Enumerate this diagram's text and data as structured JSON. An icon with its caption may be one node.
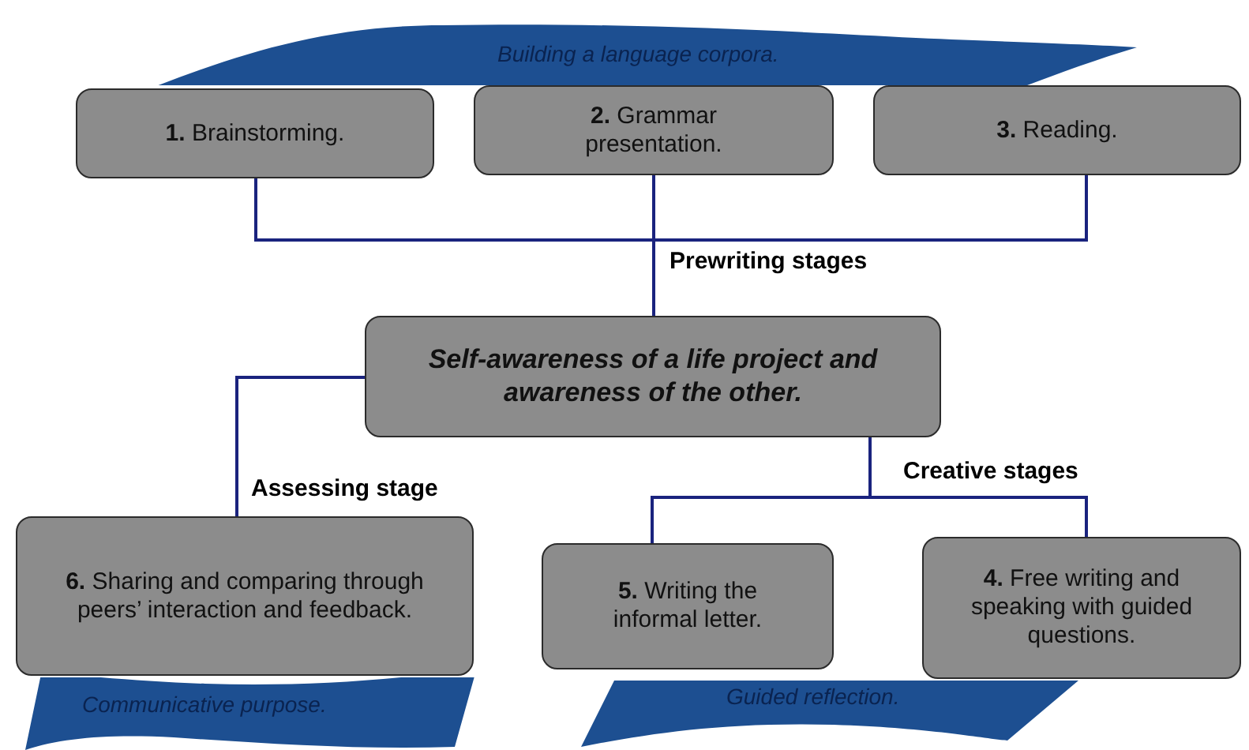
{
  "diagram": {
    "nodes": [
      {
        "text": [
          "Building a language corpora."
        ]
      },
      {
        "text": [
          "**1.** Brainstorming."
        ]
      },
      {
        "text": [
          "**2.** Grammar presentation."
        ]
      },
      {
        "text": [
          "**3.** Reading."
        ]
      },
      {
        "text": [
          "Self-awareness of a life project and awareness of the other."
        ]
      },
      {
        "text": [
          "**6.** Sharing and comparing through peers’ interaction and feedback."
        ]
      },
      {
        "text": [
          "Communicative purpose."
        ]
      },
      {
        "text": [
          "**5.** Writing the informal letter."
        ]
      },
      {
        "text": [
          "**4.** Free writing and speaking with guided questions."
        ]
      },
      {
        "text": [
          "Guided reflection."
        ]
      }
    ],
    "edges": [
      {
        "from": 1,
        "to": 4,
        "arrow": "none"
      },
      {
        "from": 2,
        "to": 4,
        "arrow": "none",
        "label": "Prewriting stages"
      },
      {
        "from": 3,
        "to": 4,
        "arrow": "none"
      },
      {
        "from": 4,
        "to": 5,
        "arrow": "none",
        "label": "Assessing stage"
      },
      {
        "from": 4,
        "to": 7,
        "arrow": "none",
        "label": "Creative stages"
      },
      {
        "from": 4,
        "to": 8,
        "arrow": "none"
      }
    ]
  }
}
